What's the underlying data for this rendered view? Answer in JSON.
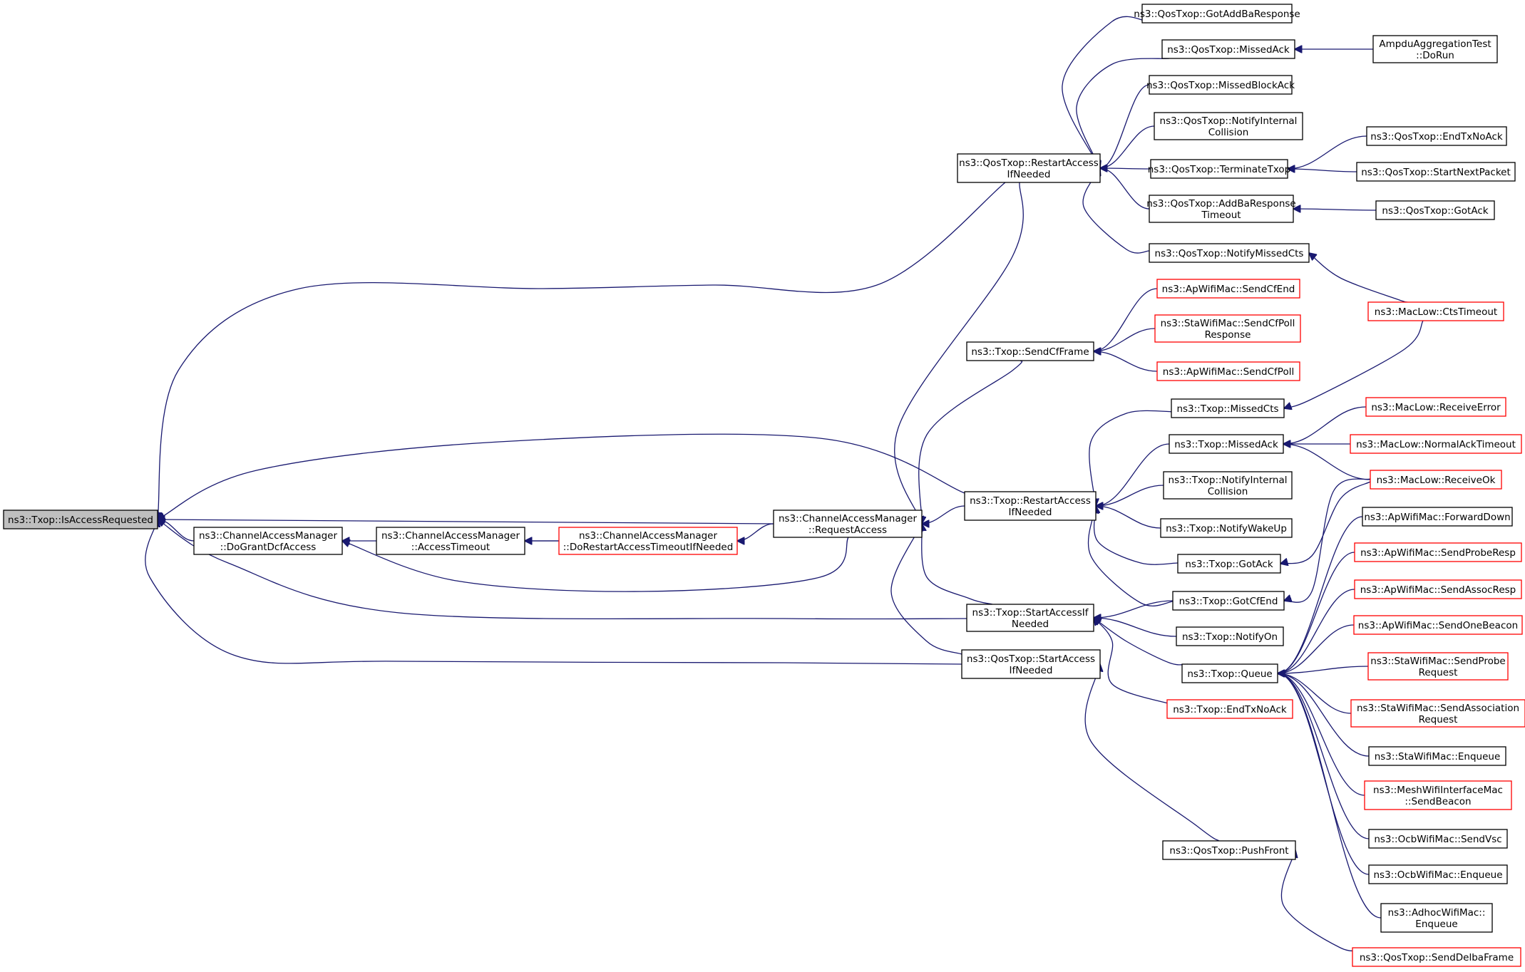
{
  "diagram": {
    "kind": "doxygen-caller-graph",
    "colors": {
      "edge": "#191970",
      "node_border": "#000000",
      "node_border_incomplete": "#ff0000",
      "root_fill": "#bfbfbf",
      "background": "#ffffff"
    },
    "nodes": [
      {
        "id": "isaccessrequested",
        "lines": [
          "ns3::Txop::IsAccessRequested"
        ],
        "root": true
      },
      {
        "id": "dograntdcfaccess",
        "lines": [
          "ns3::ChannelAccessManager",
          "::DoGrantDcfAccess"
        ]
      },
      {
        "id": "accesstimeout",
        "lines": [
          "ns3::ChannelAccessManager",
          "::AccessTimeout"
        ]
      },
      {
        "id": "dorestartaccesstimeoutifneeded",
        "lines": [
          "ns3::ChannelAccessManager",
          "::DoRestartAccessTimeoutIfNeeded"
        ],
        "red": true
      },
      {
        "id": "requestaccess",
        "lines": [
          "ns3::ChannelAccessManager",
          "::RequestAccess"
        ]
      },
      {
        "id": "qos-restartaccessifneeded",
        "lines": [
          "ns3::QosTxop::RestartAccess",
          "IfNeeded"
        ]
      },
      {
        "id": "txop-sendcfframe",
        "lines": [
          "ns3::Txop::SendCfFrame"
        ]
      },
      {
        "id": "txop-restartaccessifneeded",
        "lines": [
          "ns3::Txop::RestartAccess",
          "IfNeeded"
        ]
      },
      {
        "id": "txop-startaccessifneeded",
        "lines": [
          "ns3::Txop::StartAccessIf",
          "Needed"
        ]
      },
      {
        "id": "qos-startaccessifneeded",
        "lines": [
          "ns3::QosTxop::StartAccess",
          "IfNeeded"
        ]
      },
      {
        "id": "qos-gotaddbaresponse",
        "lines": [
          "ns3::QosTxop::GotAddBaResponse"
        ]
      },
      {
        "id": "qos-missedack",
        "lines": [
          "ns3::QosTxop::MissedAck"
        ]
      },
      {
        "id": "qos-missedblockack",
        "lines": [
          "ns3::QosTxop::MissedBlockAck"
        ]
      },
      {
        "id": "qos-notifyinternalcollision",
        "lines": [
          "ns3::QosTxop::NotifyInternal",
          "Collision"
        ]
      },
      {
        "id": "qos-terminatetxop",
        "lines": [
          "ns3::QosTxop::TerminateTxop"
        ]
      },
      {
        "id": "qos-addbaresponsetimeout",
        "lines": [
          "ns3::QosTxop::AddBaResponse",
          "Timeout"
        ]
      },
      {
        "id": "qos-notifymissedcts",
        "lines": [
          "ns3::QosTxop::NotifyMissedCts"
        ]
      },
      {
        "id": "ampdu-dorun",
        "lines": [
          "AmpduAggregationTest",
          "::DoRun"
        ]
      },
      {
        "id": "qos-endtxnoack",
        "lines": [
          "ns3::QosTxop::EndTxNoAck"
        ]
      },
      {
        "id": "qos-startnextpacket",
        "lines": [
          "ns3::QosTxop::StartNextPacket"
        ]
      },
      {
        "id": "qos-gotack",
        "lines": [
          "ns3::QosTxop::GotAck"
        ]
      },
      {
        "id": "maclow-ctstimeout",
        "lines": [
          "ns3::MacLow::CtsTimeout"
        ],
        "red": true
      },
      {
        "id": "apwifimac-sendcfend",
        "lines": [
          "ns3::ApWifiMac::SendCfEnd"
        ],
        "red": true
      },
      {
        "id": "stawifimac-sendcfpollresponse",
        "lines": [
          "ns3::StaWifiMac::SendCfPoll",
          "Response"
        ],
        "red": true
      },
      {
        "id": "apwifimac-sendcfpoll",
        "lines": [
          "ns3::ApWifiMac::SendCfPoll"
        ],
        "red": true
      },
      {
        "id": "txop-missedcts",
        "lines": [
          "ns3::Txop::MissedCts"
        ]
      },
      {
        "id": "txop-missedack",
        "lines": [
          "ns3::Txop::MissedAck"
        ]
      },
      {
        "id": "txop-notifyinternalcollision",
        "lines": [
          "ns3::Txop::NotifyInternal",
          "Collision"
        ]
      },
      {
        "id": "txop-notifywakeup",
        "lines": [
          "ns3::Txop::NotifyWakeUp"
        ]
      },
      {
        "id": "txop-gotack",
        "lines": [
          "ns3::Txop::GotAck"
        ]
      },
      {
        "id": "txop-gotcfend",
        "lines": [
          "ns3::Txop::GotCfEnd"
        ]
      },
      {
        "id": "txop-notifyon",
        "lines": [
          "ns3::Txop::NotifyOn"
        ]
      },
      {
        "id": "txop-queue",
        "lines": [
          "ns3::Txop::Queue"
        ]
      },
      {
        "id": "txop-endtxnoack",
        "lines": [
          "ns3::Txop::EndTxNoAck"
        ],
        "red": true
      },
      {
        "id": "qos-pushfront",
        "lines": [
          "ns3::QosTxop::PushFront"
        ]
      },
      {
        "id": "maclow-receiveerror",
        "lines": [
          "ns3::MacLow::ReceiveError"
        ],
        "red": true
      },
      {
        "id": "maclow-normalacktimeout",
        "lines": [
          "ns3::MacLow::NormalAckTimeout"
        ],
        "red": true
      },
      {
        "id": "maclow-receiveok",
        "lines": [
          "ns3::MacLow::ReceiveOk"
        ],
        "red": true
      },
      {
        "id": "apwifimac-forwarddown",
        "lines": [
          "ns3::ApWifiMac::ForwardDown"
        ]
      },
      {
        "id": "apwifimac-sendproberesp",
        "lines": [
          "ns3::ApWifiMac::SendProbeResp"
        ],
        "red": true
      },
      {
        "id": "apwifimac-sendassocresp",
        "lines": [
          "ns3::ApWifiMac::SendAssocResp"
        ],
        "red": true
      },
      {
        "id": "apwifimac-sendonebeacon",
        "lines": [
          "ns3::ApWifiMac::SendOneBeacon"
        ],
        "red": true
      },
      {
        "id": "stawifimac-sendproberequest",
        "lines": [
          "ns3::StaWifiMac::SendProbe",
          "Request"
        ],
        "red": true
      },
      {
        "id": "stawifimac-sendassociationrequest",
        "lines": [
          "ns3::StaWifiMac::SendAssociation",
          "Request"
        ],
        "red": true
      },
      {
        "id": "stawifimac-enqueue",
        "lines": [
          "ns3::StaWifiMac::Enqueue"
        ]
      },
      {
        "id": "meshwifiinterfacemac-sendbeacon",
        "lines": [
          "ns3::MeshWifiInterfaceMac",
          "::SendBeacon"
        ],
        "red": true
      },
      {
        "id": "ocbwifimac-sendvsc",
        "lines": [
          "ns3::OcbWifiMac::SendVsc"
        ]
      },
      {
        "id": "ocbwifimac-enqueue",
        "lines": [
          "ns3::OcbWifiMac::Enqueue"
        ]
      },
      {
        "id": "adhocwifimac-enqueue",
        "lines": [
          "ns3::AdhocWifiMac::",
          "Enqueue"
        ]
      },
      {
        "id": "qos-senddelbaframe",
        "lines": [
          "ns3::QosTxop::SendDelbaFrame"
        ],
        "red": true
      }
    ],
    "edges": [
      {
        "callee": "isaccessrequested",
        "caller": "dograntdcfaccess"
      },
      {
        "callee": "isaccessrequested",
        "caller": "requestaccess"
      },
      {
        "callee": "isaccessrequested",
        "caller": "qos-restartaccessifneeded"
      },
      {
        "callee": "isaccessrequested",
        "caller": "txop-restartaccessifneeded"
      },
      {
        "callee": "isaccessrequested",
        "caller": "txop-startaccessifneeded"
      },
      {
        "callee": "isaccessrequested",
        "caller": "qos-startaccessifneeded"
      },
      {
        "callee": "dograntdcfaccess",
        "caller": "accesstimeout"
      },
      {
        "callee": "dograntdcfaccess",
        "caller": "requestaccess"
      },
      {
        "callee": "accesstimeout",
        "caller": "dorestartaccesstimeoutifneeded"
      },
      {
        "callee": "dorestartaccesstimeoutifneeded",
        "caller": "accesstimeout"
      },
      {
        "callee": "dorestartaccesstimeoutifneeded",
        "caller": "requestaccess"
      },
      {
        "callee": "requestaccess",
        "caller": "qos-restartaccessifneeded"
      },
      {
        "callee": "requestaccess",
        "caller": "txop-sendcfframe"
      },
      {
        "callee": "requestaccess",
        "caller": "txop-restartaccessifneeded"
      },
      {
        "callee": "requestaccess",
        "caller": "txop-startaccessifneeded"
      },
      {
        "callee": "requestaccess",
        "caller": "qos-startaccessifneeded"
      },
      {
        "callee": "qos-restartaccessifneeded",
        "caller": "qos-gotaddbaresponse"
      },
      {
        "callee": "qos-restartaccessifneeded",
        "caller": "qos-missedack"
      },
      {
        "callee": "qos-restartaccessifneeded",
        "caller": "qos-missedblockack"
      },
      {
        "callee": "qos-restartaccessifneeded",
        "caller": "qos-notifyinternalcollision"
      },
      {
        "callee": "qos-restartaccessifneeded",
        "caller": "qos-terminatetxop"
      },
      {
        "callee": "qos-restartaccessifneeded",
        "caller": "qos-addbaresponsetimeout"
      },
      {
        "callee": "qos-restartaccessifneeded",
        "caller": "qos-notifymissedcts"
      },
      {
        "callee": "qos-missedack",
        "caller": "ampdu-dorun"
      },
      {
        "callee": "qos-terminatetxop",
        "caller": "qos-endtxnoack"
      },
      {
        "callee": "qos-terminatetxop",
        "caller": "qos-startnextpacket"
      },
      {
        "callee": "qos-addbaresponsetimeout",
        "caller": "qos-gotack"
      },
      {
        "callee": "qos-notifymissedcts",
        "caller": "maclow-ctstimeout"
      },
      {
        "callee": "txop-sendcfframe",
        "caller": "apwifimac-sendcfend"
      },
      {
        "callee": "txop-sendcfframe",
        "caller": "stawifimac-sendcfpollresponse"
      },
      {
        "callee": "txop-sendcfframe",
        "caller": "apwifimac-sendcfpoll"
      },
      {
        "callee": "txop-restartaccessifneeded",
        "caller": "txop-missedcts"
      },
      {
        "callee": "txop-restartaccessifneeded",
        "caller": "txop-missedack"
      },
      {
        "callee": "txop-restartaccessifneeded",
        "caller": "txop-notifyinternalcollision"
      },
      {
        "callee": "txop-restartaccessifneeded",
        "caller": "txop-notifywakeup"
      },
      {
        "callee": "txop-restartaccessifneeded",
        "caller": "txop-gotack"
      },
      {
        "callee": "txop-restartaccessifneeded",
        "caller": "txop-gotcfend"
      },
      {
        "callee": "txop-missedcts",
        "caller": "maclow-ctstimeout"
      },
      {
        "callee": "txop-missedack",
        "caller": "maclow-receiveerror"
      },
      {
        "callee": "txop-missedack",
        "caller": "maclow-normalacktimeout"
      },
      {
        "callee": "txop-missedack",
        "caller": "maclow-receiveok"
      },
      {
        "callee": "txop-gotack",
        "caller": "maclow-receiveok"
      },
      {
        "callee": "txop-gotcfend",
        "caller": "maclow-receiveok"
      },
      {
        "callee": "txop-startaccessifneeded",
        "caller": "txop-gotcfend"
      },
      {
        "callee": "txop-startaccessifneeded",
        "caller": "txop-notifyon"
      },
      {
        "callee": "txop-startaccessifneeded",
        "caller": "txop-queue"
      },
      {
        "callee": "txop-startaccessifneeded",
        "caller": "txop-endtxnoack"
      },
      {
        "callee": "qos-startaccessifneeded",
        "caller": "qos-pushfront"
      },
      {
        "callee": "qos-pushfront",
        "caller": "qos-senddelbaframe"
      },
      {
        "callee": "txop-queue",
        "caller": "apwifimac-forwarddown"
      },
      {
        "callee": "txop-queue",
        "caller": "apwifimac-sendproberesp"
      },
      {
        "callee": "txop-queue",
        "caller": "apwifimac-sendassocresp"
      },
      {
        "callee": "txop-queue",
        "caller": "apwifimac-sendonebeacon"
      },
      {
        "callee": "txop-queue",
        "caller": "stawifimac-sendproberequest"
      },
      {
        "callee": "txop-queue",
        "caller": "stawifimac-sendassociationrequest"
      },
      {
        "callee": "txop-queue",
        "caller": "stawifimac-enqueue"
      },
      {
        "callee": "txop-queue",
        "caller": "meshwifiinterfacemac-sendbeacon"
      },
      {
        "callee": "txop-queue",
        "caller": "ocbwifimac-sendvsc"
      },
      {
        "callee": "txop-queue",
        "caller": "ocbwifimac-enqueue"
      },
      {
        "callee": "txop-queue",
        "caller": "adhocwifimac-enqueue"
      }
    ]
  }
}
